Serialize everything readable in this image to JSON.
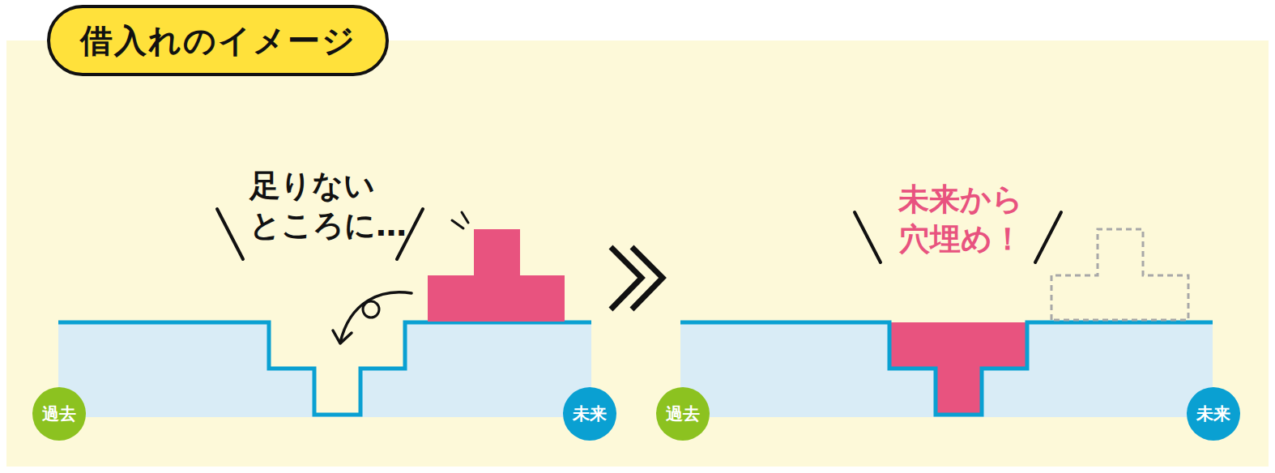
{
  "diagram": {
    "title": "借入れのイメージ",
    "nodes": [
      {
        "text": [
          "過去"
        ]
      },
      {
        "text": [
          "未来"
        ]
      },
      {
        "text": [
          "過去"
        ]
      },
      {
        "text": [
          "未来"
        ]
      }
    ],
    "labels": [
      "足りない ところに…",
      "未来から 穴埋め！"
    ]
  }
}
